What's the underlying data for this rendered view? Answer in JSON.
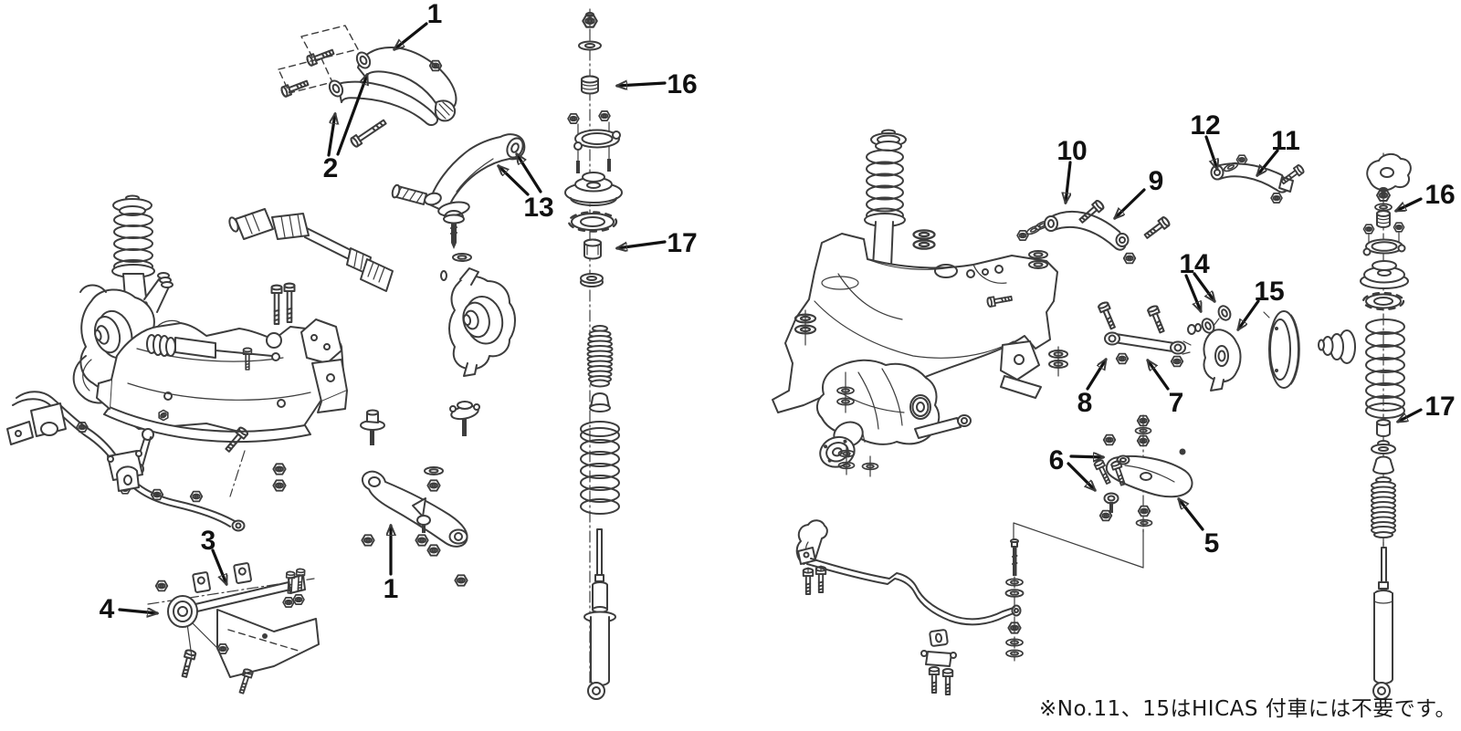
{
  "note": "※No.11、15はHICAS 付車には不要です。",
  "colors": {
    "background": "#ffffff",
    "line_art": "#3d3d3d",
    "label": "#111111"
  },
  "callouts": [
    {
      "label": "1"
    },
    {
      "label": "2"
    },
    {
      "label": "13"
    },
    {
      "label": "16"
    },
    {
      "label": "17"
    },
    {
      "label": "3"
    },
    {
      "label": "4"
    },
    {
      "label": "1"
    },
    {
      "label": "10"
    },
    {
      "label": "9"
    },
    {
      "label": "12"
    },
    {
      "label": "11"
    },
    {
      "label": "14"
    },
    {
      "label": "15"
    },
    {
      "label": "8"
    },
    {
      "label": "7"
    },
    {
      "label": "6"
    },
    {
      "label": "5"
    },
    {
      "label": "16"
    },
    {
      "label": "17"
    }
  ]
}
